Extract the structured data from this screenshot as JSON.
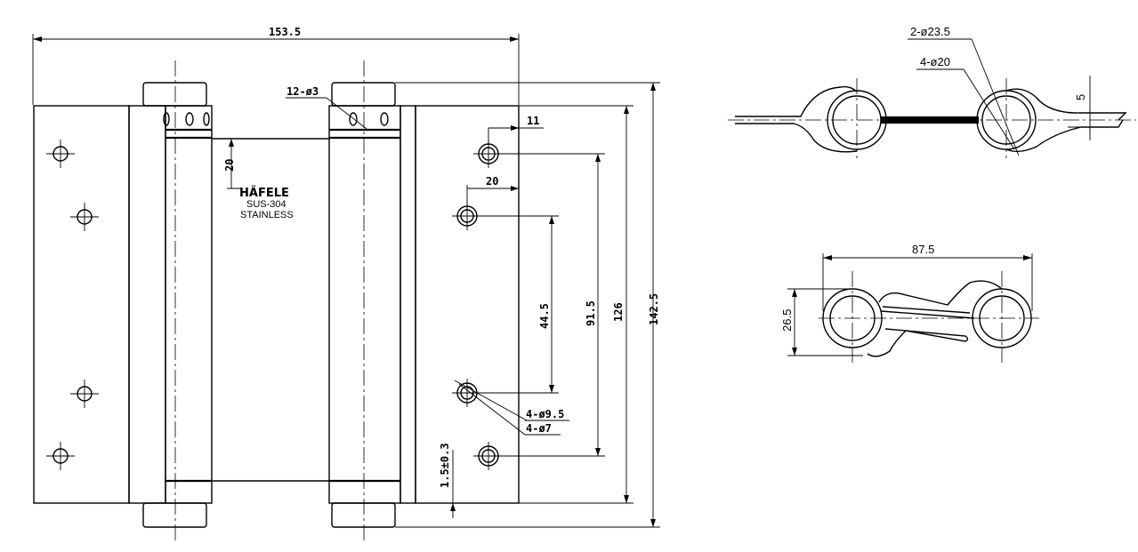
{
  "front_view": {
    "overall_width": "153.5",
    "hole_callout_pins": "12-ø3",
    "offset_20_vertical": "20",
    "offset_11": "11",
    "offset_20_horizontal": "20",
    "dim_44_5": "44.5",
    "dim_91_5": "91.5",
    "dim_126": "126",
    "dim_142_5": "142.5",
    "gap_tolerance": "1.5±0.3",
    "hole_callout_outer": "4-ø9.5",
    "hole_callout_inner": "4-ø7",
    "brand": "HÄFELE",
    "material_line1": "SUS-304",
    "material_line2": "STAINLESS"
  },
  "top_view_closed": {
    "barrel_callout_outer": "2-ø23.5",
    "barrel_callout_inner": "4-ø20",
    "leaf_thickness": "5"
  },
  "top_view_open": {
    "center_distance": "87.5",
    "overall_depth": "26.5"
  },
  "colors": {
    "line": "#000000",
    "background": "#ffffff"
  }
}
